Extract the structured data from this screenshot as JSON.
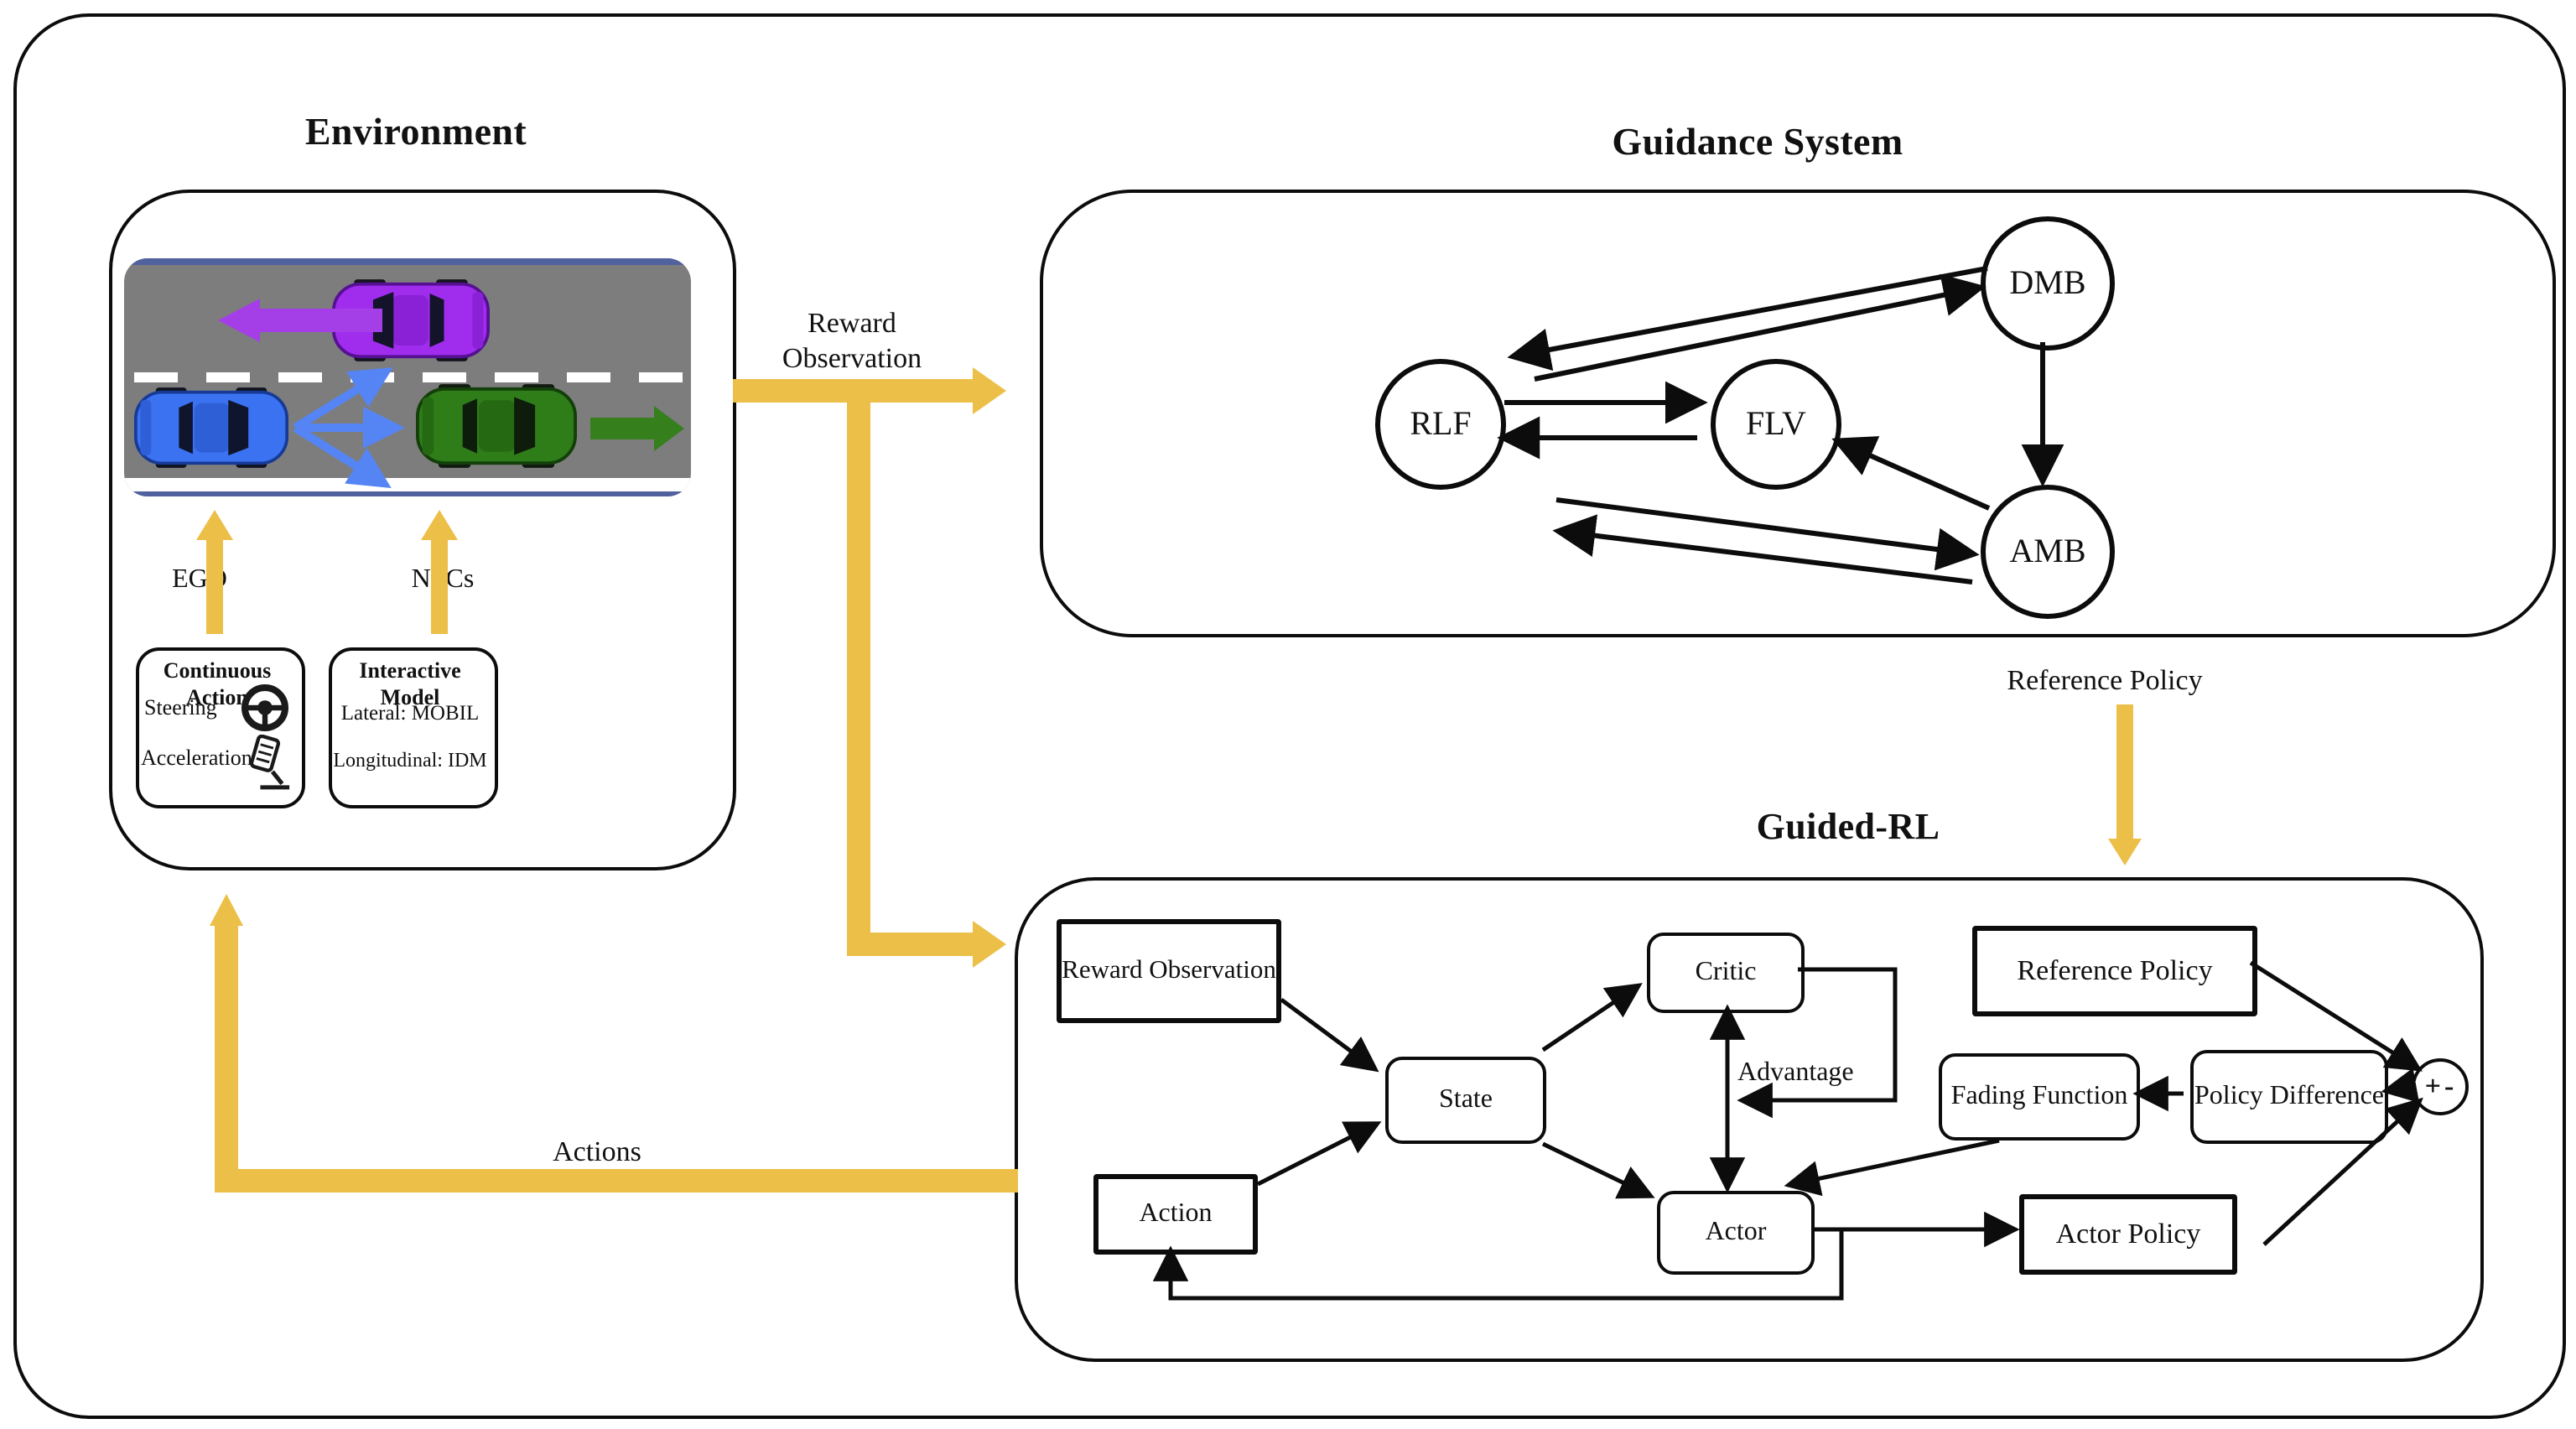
{
  "environment": {
    "title": "Environment",
    "ego_label": "EGO",
    "npcs_label": "NPCs",
    "continuous_action": {
      "title": "Continuous Action",
      "item1": "Steering",
      "item2": "Acceleration"
    },
    "interactive_model": {
      "title": "Interactive Model",
      "item1": "Lateral: MOBIL",
      "item2": "Longitudinal: IDM"
    }
  },
  "flows": {
    "reward_observation": "Reward Observation",
    "reference_policy": "Reference Policy",
    "actions": "Actions"
  },
  "guidance_system": {
    "title": "Guidance System",
    "nodes": {
      "dmb": "DMB",
      "rlf": "RLF",
      "flv": "FLV",
      "amb": "AMB"
    }
  },
  "guided_rl": {
    "title": "Guided-RL",
    "reward_observation": "Reward Observation",
    "state": "State",
    "critic": "Critic",
    "actor": "Actor",
    "action": "Action",
    "advantage": "Advantage",
    "reference_policy": "Reference Policy",
    "fading_function": "Fading Function",
    "policy_difference": "Policy Difference",
    "actor_policy": "Actor Policy",
    "sum_plus": "+",
    "sum_minus": "-"
  },
  "colors": {
    "accent_yellow": "#ecbf48",
    "road_gray": "#7d7d7d",
    "road_edge_blue": "#51619e",
    "ego_blue": "#3b72f1",
    "ego_arrow_blue": "#5585f5",
    "npc_purple": "#a02ded",
    "npc_green": "#2e7d19",
    "line_black": "#0c0c0c"
  }
}
